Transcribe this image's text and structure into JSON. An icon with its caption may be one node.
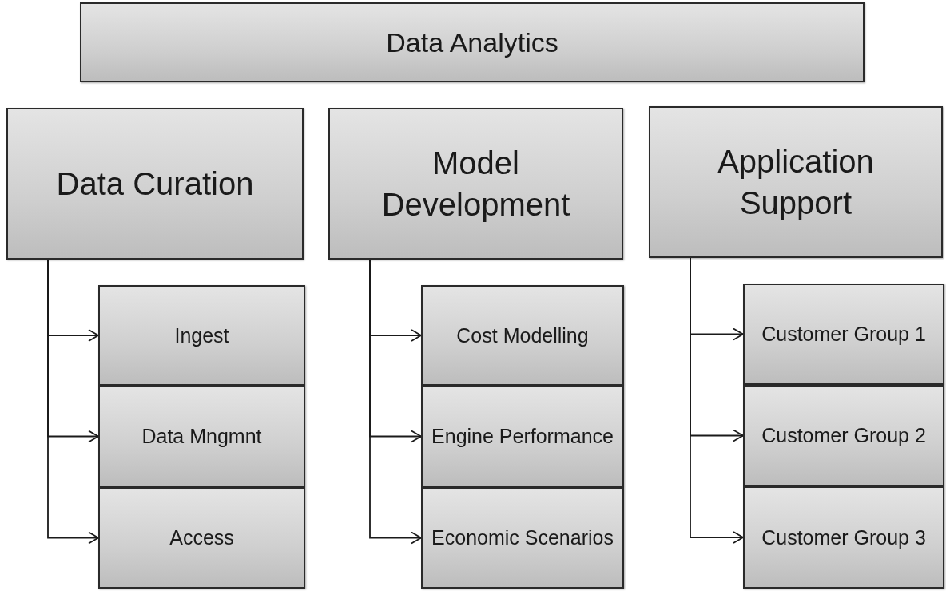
{
  "diagram": {
    "nodes": [
      {
        "text": [
          "Data Analytics"
        ]
      },
      {
        "text": [
          "Data Curation"
        ]
      },
      {
        "text": [
          "Ingest"
        ]
      },
      {
        "text": [
          "Data Mngmnt"
        ]
      },
      {
        "text": [
          "Access"
        ]
      },
      {
        "text": [
          "Model Development"
        ]
      },
      {
        "text": [
          "Cost Modelling"
        ]
      },
      {
        "text": [
          "Engine Performance"
        ]
      },
      {
        "text": [
          "Economic Scenarios"
        ]
      },
      {
        "text": [
          "Application Support"
        ]
      },
      {
        "text": [
          "Customer Group 1"
        ]
      },
      {
        "text": [
          "Customer Group 2"
        ]
      },
      {
        "text": [
          "Customer Group 3"
        ]
      }
    ],
    "edges": [
      {
        "from": 1,
        "to": 2,
        "arrow": "to"
      },
      {
        "from": 1,
        "to": 3,
        "arrow": "to"
      },
      {
        "from": 1,
        "to": 4,
        "arrow": "to"
      },
      {
        "from": 5,
        "to": 6,
        "arrow": "to"
      },
      {
        "from": 5,
        "to": 7,
        "arrow": "to"
      },
      {
        "from": 5,
        "to": 8,
        "arrow": "to"
      },
      {
        "from": 9,
        "to": 10,
        "arrow": "to"
      },
      {
        "from": 9,
        "to": 11,
        "arrow": "to"
      },
      {
        "from": 9,
        "to": 12,
        "arrow": "to"
      }
    ]
  }
}
